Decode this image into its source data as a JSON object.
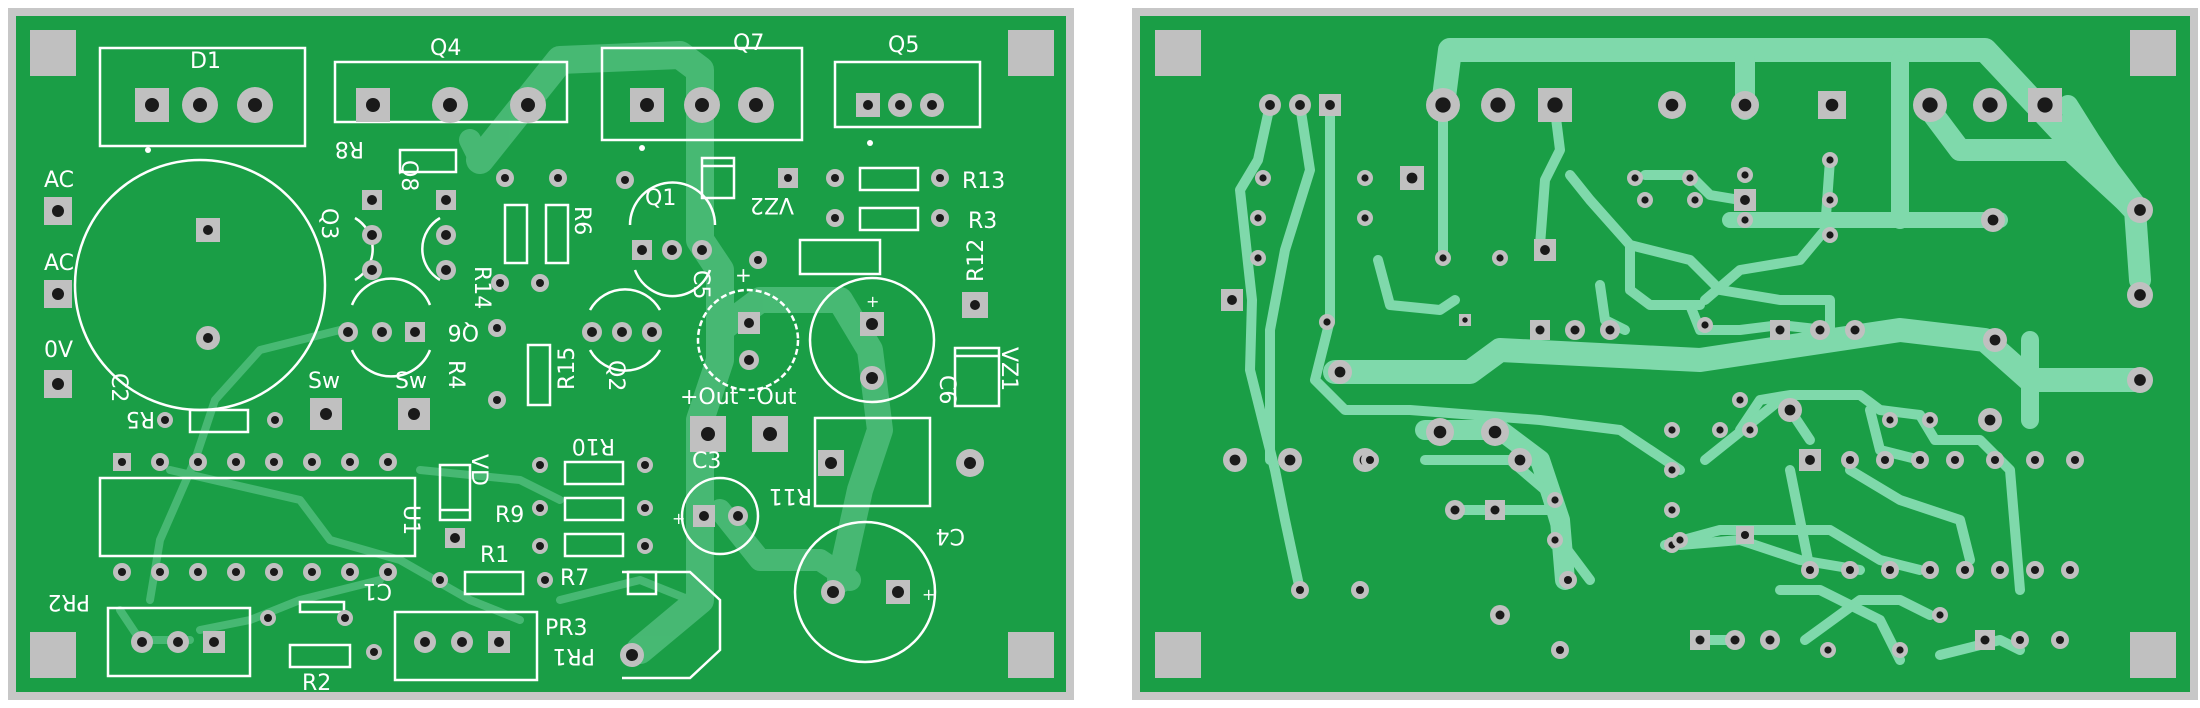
{
  "colors": {
    "board": "#1a9e46",
    "frame": "#c7c7c7",
    "copper": "#7fd9ab",
    "silk": "#ffffff",
    "pad": "#c0c0c0",
    "hole": "#1a1a1a"
  },
  "top_view": {
    "components": {
      "d1": "D1",
      "q4": "Q4",
      "q7": "Q7",
      "q5": "Q5",
      "r8": "R8",
      "q3": "Q3",
      "q8": "Q8",
      "r14": "R14",
      "r6": "R6",
      "q1": "Q1",
      "vz2": "VZ2",
      "r13": "R13",
      "r3": "R3",
      "r12": "R12",
      "c5": "C5",
      "q6": "Q6",
      "q2": "Q2",
      "r4": "R4",
      "r15": "R15",
      "c6": "C6",
      "vz1": "VZ1",
      "c2": "C2",
      "r5": "R5",
      "sw1": "Sw",
      "sw2": "Sw",
      "out_plus": "+Out",
      "out_minus": "-Out",
      "c3": "C3",
      "r11": "R11",
      "r10": "R10",
      "r9": "R9",
      "vd": "VD",
      "u1": "U1",
      "r1": "R1",
      "r7": "R7",
      "c1": "C1",
      "c4": "C4",
      "pr2": "PR2",
      "r2": "R2",
      "pr3": "PR3",
      "pr1": "PR1"
    },
    "terminals": {
      "ac1": "AC",
      "ac2": "AC",
      "gnd": "0V"
    },
    "polarity": {
      "c5": "+",
      "c3": "+",
      "c4": "+"
    }
  },
  "bottom_view": {}
}
